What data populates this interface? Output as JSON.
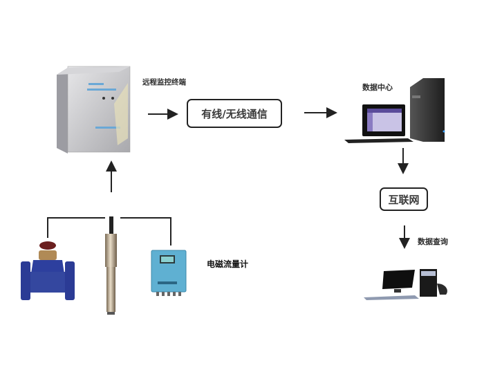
{
  "diagram": {
    "nodes": {
      "terminal": {
        "label": "远程监控终端",
        "icon": "cabinet-icon"
      },
      "comm": {
        "label": "有线/无线通信"
      },
      "datacenter": {
        "label": "数据中心",
        "icon": "desktop-server-icon"
      },
      "internet": {
        "label": "互联网"
      },
      "query": {
        "label": "数据查询",
        "icon": "workstation-icon"
      },
      "flowmeter": {
        "label": "电磁流量计"
      },
      "sensors": [
        {
          "name": "water-meter",
          "icon": "water-meter-icon"
        },
        {
          "name": "probe-sensor",
          "icon": "probe-sensor-icon"
        },
        {
          "name": "flowmeter-transmitter",
          "icon": "flowmeter-transmitter-icon"
        }
      ]
    },
    "edges": [
      {
        "from": "sensors",
        "to": "terminal"
      },
      {
        "from": "terminal",
        "to": "comm"
      },
      {
        "from": "comm",
        "to": "datacenter"
      },
      {
        "from": "datacenter",
        "to": "internet"
      },
      {
        "from": "internet",
        "to": "query"
      }
    ],
    "colors": {
      "line": "#222222",
      "meter_blue": "#2d3f9e",
      "device_blue": "#4aa3c8",
      "cabinet": "#c9c9cc"
    }
  }
}
